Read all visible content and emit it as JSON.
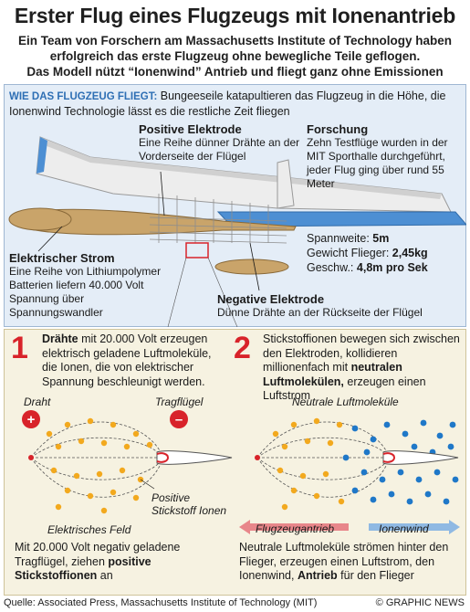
{
  "title": "Erster Flug eines Flugzeugs mit Ionenantrieb",
  "subtitle": {
    "line1": "Ein Team von Forschern am Massachusetts Institute of Technology haben",
    "line2": "erfolgreich das erste Flugzeug ohne bewegliche Teile geflogen.",
    "line3": "Das Modell nützt “Ionenwind” Antrieb und fliegt ganz ohne Emissionen"
  },
  "intro": {
    "heading": "WIE DAS FLUGZEUG FLIEGT:",
    "text": " Bungeeseile katapultieren das Flugzeug in die Höhe, die Ionenwind Technologie lässt es die restliche Zeit fliegen"
  },
  "labels": {
    "positive_head": "Positive Elektrode",
    "positive_body": "Eine Reihe dünner Drähte an der Vorderseite der Flügel",
    "forschung_head": "Forschung",
    "forschung_body": "Zehn Testflüge wurden in der MIT Sporthalle durchgeführt, jeder Flug ging über rund 55 Meter",
    "strom_head": "Elektrischer Strom",
    "strom_body": "Eine Reihe von Lithiumpolymer Batterien liefern 40.000 Volt Spannung über Spannungswandler",
    "negative_head": "Negative Elektrode",
    "negative_body": "Dünne Drähte an der Rückseite der Flügel"
  },
  "specs": {
    "span_label": "Spannweite: ",
    "span_value": "5m",
    "weight_label": "Gewicht Flieger: ",
    "weight_value": "2,45kg",
    "speed_label": "Geschw.: ",
    "speed_value": "4,8m pro Sek"
  },
  "step1": {
    "number": "1",
    "bold": "Drähte",
    "text": " mit 20.000 Volt erzeugen elektrisch geladene Luftmoleküle, die Ionen, die von elektrischer Spannung beschleunigt werden."
  },
  "step2": {
    "number": "2",
    "text_a": "Stickstoffionen bewegen sich zwischen den Elektroden, kollidieren millionenfach mit ",
    "bold": "neutralen Luftmolekülen,",
    "text_b": " erzeugen einen Luftstrom"
  },
  "diagram": {
    "draht": "Draht",
    "tragfluegel": "Tragflügel",
    "positive_ions_1": "Positive",
    "positive_ions_2": "Stickstoff Ionen",
    "elektrisches_feld": "Elektrisches Feld",
    "neutrale": "Neutrale Luftmoleküle",
    "flugzeugantrieb": "Flugzeugantrieb",
    "ionenwind": "Ionenwind",
    "plus": "+",
    "minus": "–"
  },
  "caption_left": {
    "text": "Mit 20.000 Volt negativ geladene Tragflügel, ziehen ",
    "bold": "positive Stickstoffionen",
    "text_b": " an"
  },
  "caption_right": {
    "text": "Neutrale Luftmoleküle strömen hinter den Flieger, erzeugen einen Luftstrom, den Ionenwind, ",
    "bold": "Antrieb",
    "text_b": " für den Flieger"
  },
  "footer": {
    "source": "Quelle: Associated Press, Massachusetts Institute of Technology (MIT)",
    "credit": "© GRAPHIC NEWS"
  },
  "colors": {
    "accent_blue": "#2e6fb4",
    "red": "#d8232a",
    "ion_orange": "#f2a91e",
    "molecule_blue": "#1f78c8",
    "panel_blue": "#e4edf7",
    "panel_cream": "#f6f2e1"
  }
}
